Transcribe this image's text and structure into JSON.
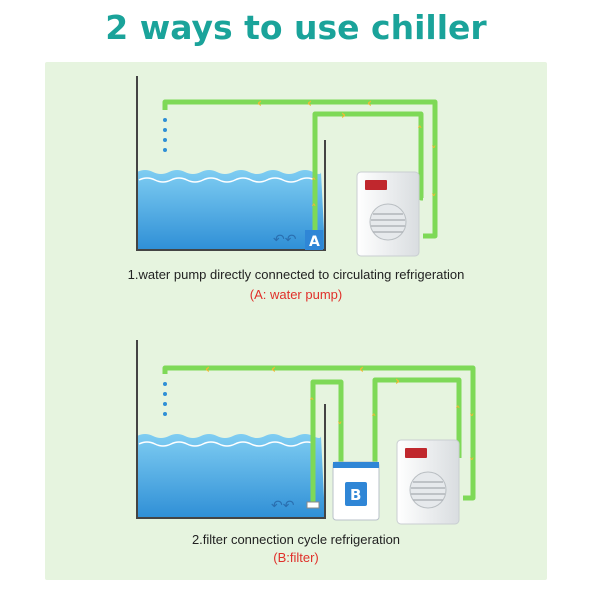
{
  "title": "2 ways to use chiller",
  "method1": {
    "caption": "1.water pump directly connected to circulating refrigeration",
    "sub_caption": "(A:  water pump)",
    "pump_label": "A"
  },
  "method2": {
    "caption": "2.filter connection cycle refrigeration",
    "sub_caption": "(B:filter)",
    "filter_label": "B"
  },
  "colors": {
    "title": "#1aa39a",
    "panel_bg": "#e6f4df",
    "pipe": "#7ed957",
    "arrow": "#f7b733",
    "water_top": "#7fcdf2",
    "water_bottom": "#2f8fd6",
    "tank_wall": "#444444",
    "chiller_body": "#f2f2f2",
    "chiller_display": "#c0272d",
    "caption": "#222222",
    "sub_caption": "#e0302a",
    "label_box": "#2f86d6"
  },
  "icons": [
    "water-drip-icon",
    "swirl-current-icon",
    "chiller-unit-icon",
    "filter-box-icon",
    "flow-arrow-icon"
  ]
}
